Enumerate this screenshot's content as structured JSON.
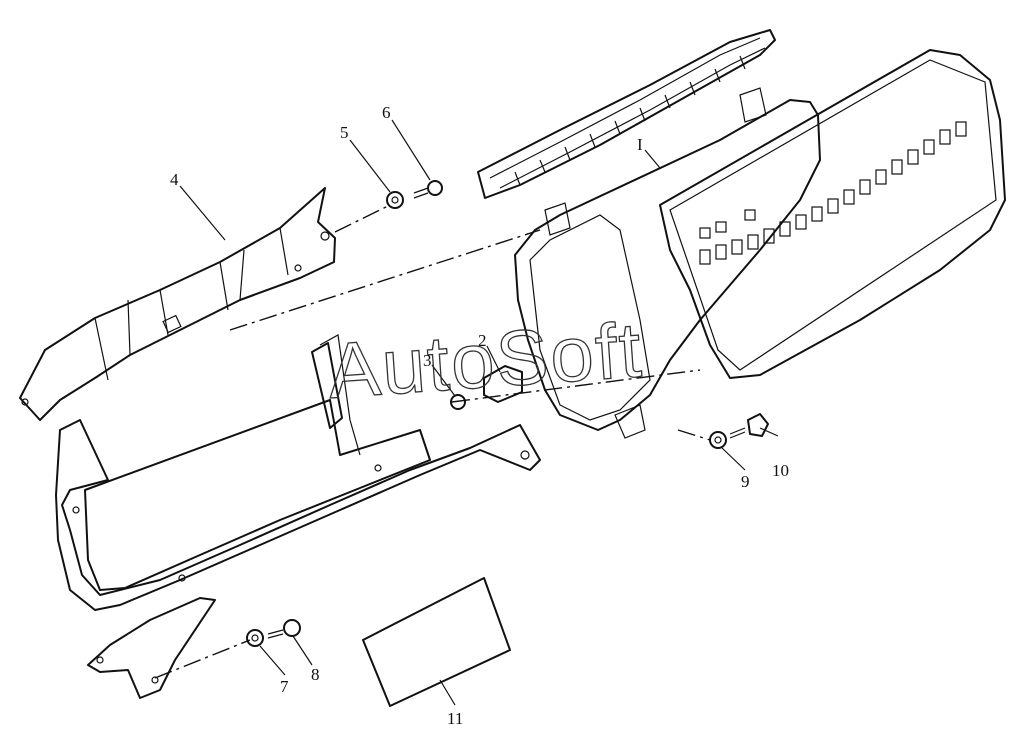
{
  "watermark": "AutoSoft",
  "callouts": {
    "c1": "I",
    "c2": "2",
    "c3": "3",
    "c4": "4",
    "c5": "5",
    "c6": "6",
    "c7": "7",
    "c8": "8",
    "c9": "9",
    "c10": "10",
    "c11": "11"
  }
}
